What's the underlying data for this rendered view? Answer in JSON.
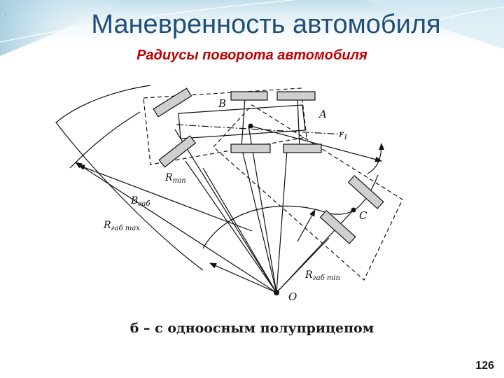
{
  "slide": {
    "title": "Маневренность автомобиля",
    "subtitle": "Радиусы поворота автомобиля",
    "caption": "б – с одноосным полуприцепом",
    "page_number": "126",
    "corner_dot": "."
  },
  "diagram": {
    "labels": {
      "B": "B",
      "A": "A",
      "r1": "r",
      "r1_sub": "1",
      "C": "C",
      "O": "O",
      "R": "R",
      "min": "min",
      "B_gab": "B",
      "gab": "габ",
      "gab_max": "габ max",
      "gab_min": "габ min"
    }
  },
  "colors": {
    "title": "#1f4e79",
    "subtitle": "#c00000",
    "band": "#9ec8dc"
  }
}
